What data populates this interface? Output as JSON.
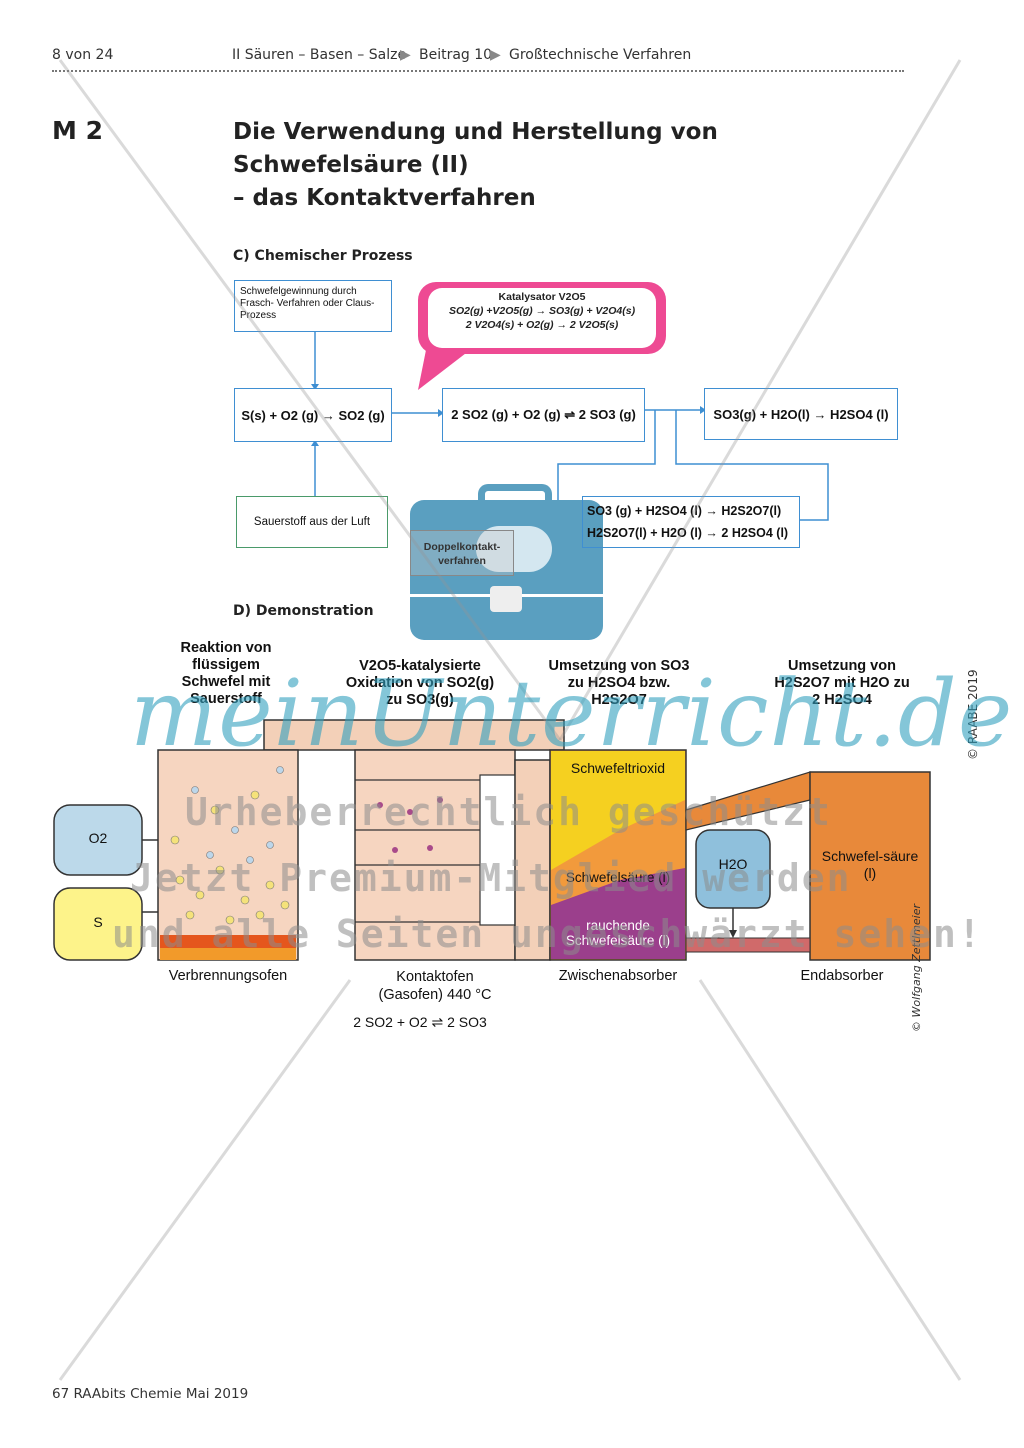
{
  "header": {
    "page": "8 von 24",
    "section": "II   Säuren – Basen – Salze",
    "beitrag": "Beitrag 10",
    "topic": "Großtechnische Verfahren"
  },
  "material": {
    "label": "M 2",
    "title_line1": "Die Verwendung und Herstellung von Schwefelsäure (II)",
    "title_line2": "– das Kontaktverfahren"
  },
  "section_c": {
    "heading": "C) Chemischer Prozess",
    "box_source": "Schwefelgewinnung durch Frasch- Verfahren oder Claus-Prozess",
    "catalyst_title": "Katalysator V2O5",
    "catalyst_eq1": "SO2(g) +V2O5(g) → SO3(g) + V2O4(s)",
    "catalyst_eq2": "2 V2O4(s) + O2(g) → 2 V2O5(s)",
    "eq_burn": "S(s) + O2 (g) → SO2 (g)",
    "eq_contact": "2 SO2 (g) + O2 (g) ⇌ 2 SO3 (g)",
    "eq_water": "SO3(g) + H2O(l) → H2SO4 (l)",
    "eq_oleum1": "SO3 (g) + H2SO4 (l) → H2S2O7(l)",
    "eq_oleum2": "H2S2O7(l) + H2O (l) → 2 H2SO4 (l)",
    "box_air": "Sauerstoff aus der Luft",
    "bag_label": "Doppelkontakt-verfahren"
  },
  "section_d": {
    "heading": "D) Demonstration",
    "col1_title": "Reaktion von flüssigem Schwefel mit Sauerstoff",
    "col2_title": "V2O5-katalysierte Oxidation von SO2(g) zu SO3(g)",
    "col3_title": "Umsetzung von SO3 zu H2SO4 bzw. H2S2O7",
    "col4_title": "Umsetzung von H2S2O7 mit H2O zu 2 H2SO4",
    "o2_label": "O2",
    "s_label": "S",
    "layer_top": "Schwefeltrioxid",
    "layer_mid": "Schwefelsäure (l)",
    "layer_bottom": "rauchende Schwefelsäure (l)",
    "water_label": "H2O",
    "end_label": "Schwefel-säure (l)",
    "lbl_ofen": "Verbrennungsofen",
    "lbl_kontakt1": "Kontaktofen",
    "lbl_kontakt2": "(Gasofen) 440 °C",
    "lbl_zwischen": "Zwischenabsorber",
    "lbl_end": "Endabsorber",
    "equation": "2 SO2 + O2 ⇌ 2 SO3"
  },
  "side": {
    "copyright": "© RAABE 2019",
    "credit": "© Wolfgang Zettlmeier"
  },
  "watermark": {
    "logo": "meinUnterricht.de",
    "line1": "Urheberrechtlich geschützt",
    "line2": "Jetzt Premium-Mitglied werden",
    "line3": "und alle Seiten ungeschwärzt sehen!"
  },
  "footer": {
    "text": "67 RAAbits Chemie Mai 2019"
  },
  "colors": {
    "flow_blue": "#3f8fd2",
    "catalyst_pink": "#ee4a93",
    "bag_blue": "#5a9fc0",
    "orange": "#e8893a",
    "purple": "#9b3f8c",
    "yellow": "#f5d020"
  }
}
